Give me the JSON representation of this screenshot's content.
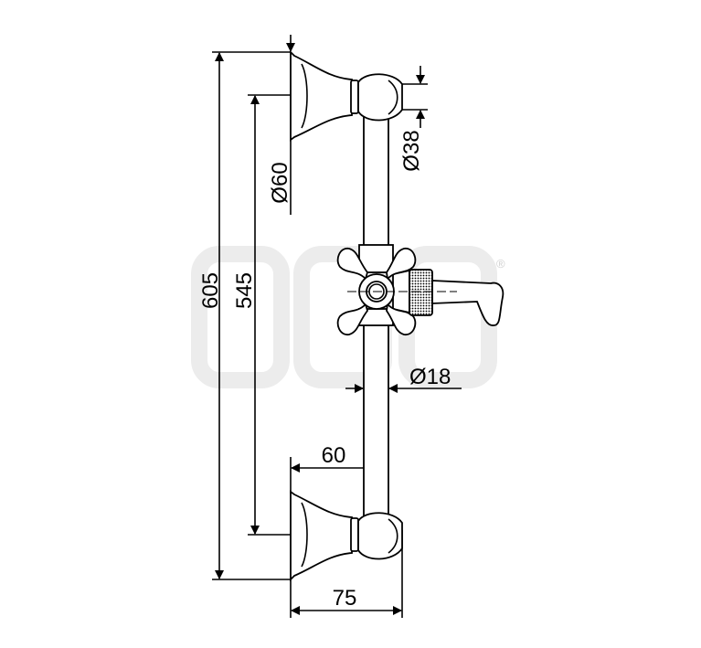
{
  "drawing": {
    "dimensions": {
      "overall_height": "605",
      "mount_spacing": "545",
      "flange_diameter": "Ø60",
      "elbow_diameter": "Ø38",
      "bar_diameter": "Ø18",
      "bar_offset": "60",
      "total_depth": "75"
    },
    "watermark": {
      "registered_mark": "®"
    }
  }
}
